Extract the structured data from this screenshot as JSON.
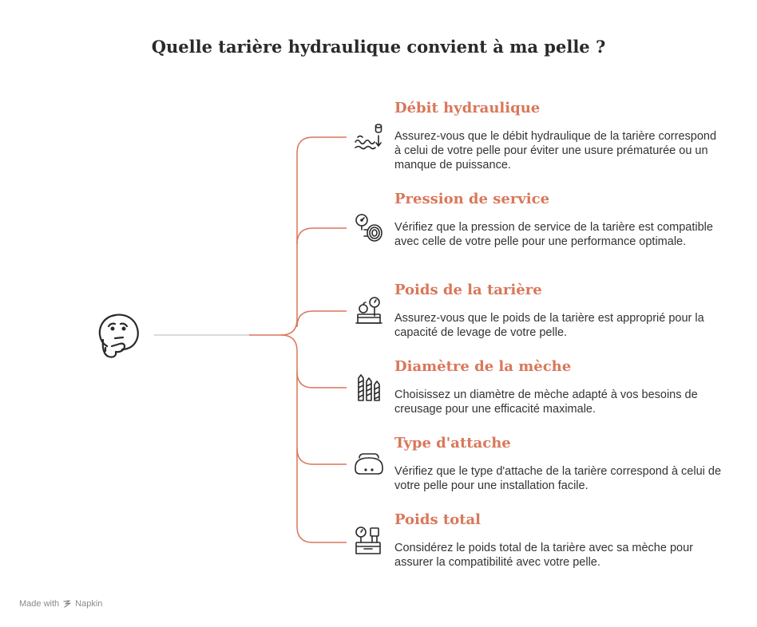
{
  "title": "Quelle tarière hydraulique convient à ma pelle ?",
  "colors": {
    "accent": "#d9775a",
    "text": "#333333",
    "stem": "#cfcfcf"
  },
  "center_icon": "thinking-face-icon",
  "items": [
    {
      "heading": "Débit hydraulique",
      "description": "Assurez-vous que le débit hydraulique de la tarière correspond à celui de votre pelle pour éviter une usure prématurée ou un manque de puissance.",
      "icon": "hydraulic-flow-icon"
    },
    {
      "heading": "Pression de service",
      "description": "Vérifiez que la pression de service de la tarière est compatible avec celle de votre pelle pour une performance optimale.",
      "icon": "pressure-gauge-icon"
    },
    {
      "heading": "Poids de la tarière",
      "description": "Assurez-vous que le poids de la tarière est approprié pour la capacité de levage de votre pelle.",
      "icon": "weighing-scale-icon"
    },
    {
      "heading": "Diamètre de la mèche",
      "description": "Choisissez un diamètre de mèche adapté à vos besoins de creusage pour une efficacité maximale.",
      "icon": "drill-bits-icon"
    },
    {
      "heading": "Type d'attache",
      "description": "Vérifiez que le type d'attache de la tarière correspond à celui de votre pelle pour une installation facile.",
      "icon": "attachment-icon"
    },
    {
      "heading": "Poids total",
      "description": "Considérez le poids total de la tarière avec sa mèche pour assurer la compatibilité avec votre pelle.",
      "icon": "total-weight-scale-icon"
    }
  ],
  "footer": {
    "prefix": "Made with",
    "brand": "Napkin"
  }
}
